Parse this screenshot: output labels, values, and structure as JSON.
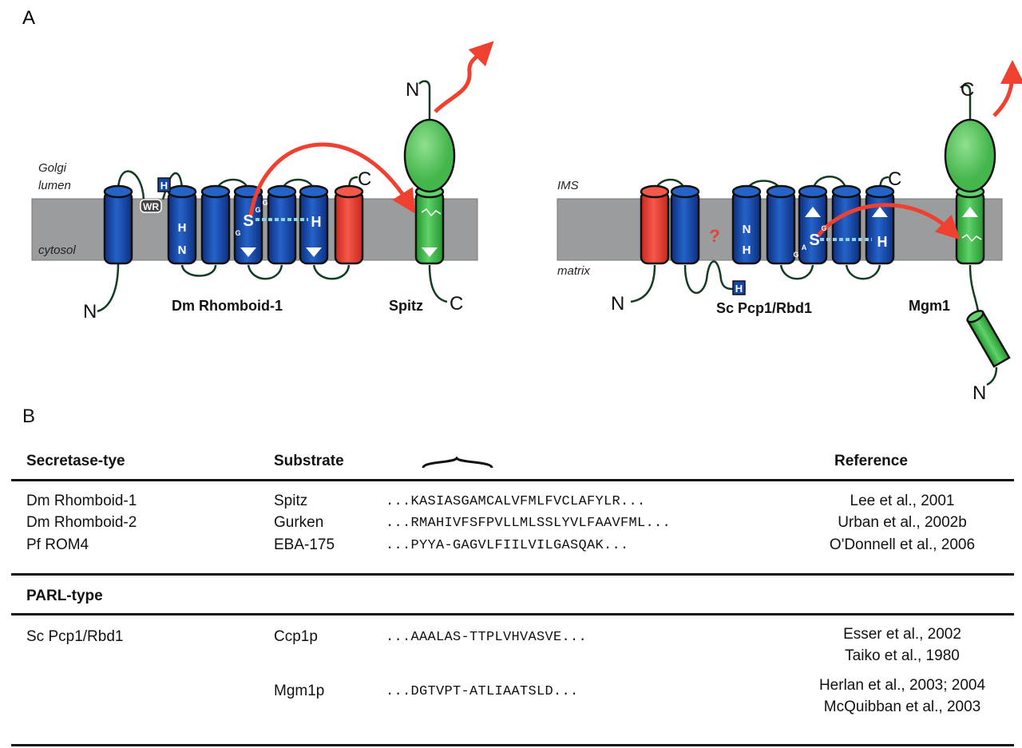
{
  "panel_a": {
    "label": "A",
    "colors": {
      "membrane": "#9a9c9e",
      "helix_blue": "#1447a8",
      "helix_red": "#ef3b2c",
      "substrate_green": "#3cb84a",
      "arrow": "#ef4030",
      "catalytic_dyad": "#8fd3e0"
    },
    "left": {
      "top_compartment": [
        "Golgi",
        "lumen"
      ],
      "bottom_compartment": "cytosol",
      "n_terminus": "N",
      "c_terminus": "C",
      "wr_motif": "WR",
      "h_box": "H",
      "helix2_labels": [
        "H",
        "N"
      ],
      "serine": "S",
      "gly_small": [
        "G",
        "G",
        "G"
      ],
      "histidine": "H",
      "protease_name": "Dm Rhomboid-1",
      "substrate_name": "Spitz",
      "substrate_n": "N",
      "substrate_c": "C"
    },
    "right": {
      "top_compartment": "IMS",
      "bottom_compartment": "matrix",
      "n_terminus": "N",
      "c_terminus": "C",
      "question": "?",
      "h_box": "H",
      "helix_labels": [
        "N",
        "H"
      ],
      "serine": "S",
      "gly_small": [
        "G",
        "A",
        "G"
      ],
      "histidine": "H",
      "protease_name": "Sc Pcp1/Rbd1",
      "substrate_name": "Mgm1",
      "substrate_c": "C",
      "substrate_n": "N"
    }
  },
  "panel_b": {
    "label": "B",
    "headers": {
      "type": "Secretase-tye",
      "substrate": "Substrate",
      "reference": "Reference"
    },
    "secretase_rows": [
      {
        "protease": "Dm Rhomboid-1",
        "substrate": "Spitz",
        "sequence": "...KASIASGAMCALVFMLFVCLAFYLR...",
        "references": [
          "Lee et al., 2001"
        ]
      },
      {
        "protease": "Dm Rhomboid-2",
        "substrate": "Gurken",
        "sequence": "...RMAHIVFSFPVLLMLSSLYVLFAAVFML...",
        "references": [
          "Urban et al., 2002b"
        ]
      },
      {
        "protease": "Pf ROM4",
        "substrate": "EBA-175",
        "sequence": "...PYYA-GAGVLFIILVILGASQAK...",
        "references": [
          "O'Donnell et al., 2006"
        ]
      }
    ],
    "parl_header": "PARL-type",
    "parl_rows": [
      {
        "protease": "Sc Pcp1/Rbd1",
        "substrate": "Ccp1p",
        "sequence": "...AAALAS-TTPLVHVASVE...",
        "references": [
          "Esser et al., 2002",
          "Taiko et al., 1980"
        ]
      },
      {
        "protease": "",
        "substrate": "Mgm1p",
        "sequence": "...DGTVPT-ATLIAATSLD...",
        "references": [
          "Herlan et al., 2003; 2004",
          "McQuibban et al., 2003"
        ]
      }
    ]
  }
}
